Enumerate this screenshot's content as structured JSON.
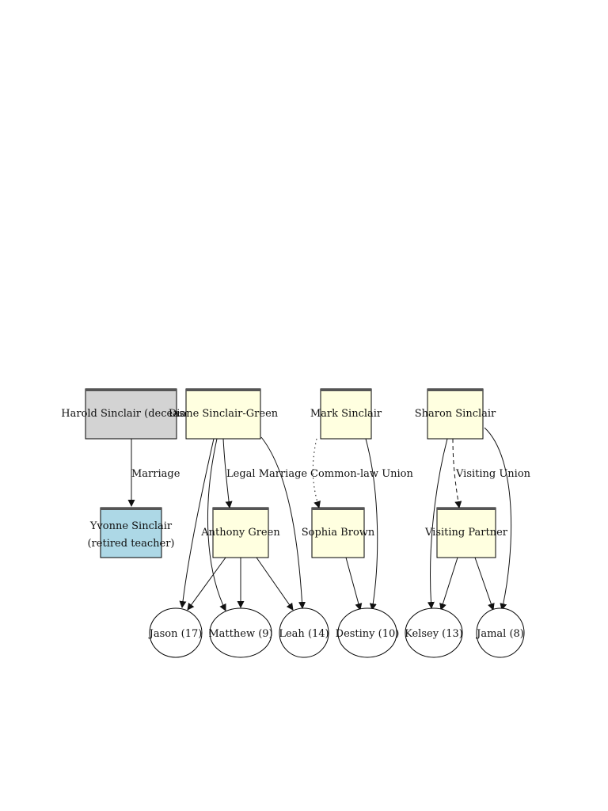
{
  "diagram": {
    "nodes": {
      "harold": {
        "label": "Harold Sinclair (deceased)",
        "fill": "#d3d3d3",
        "shape": "box"
      },
      "diane": {
        "label": "Diane Sinclair-Green",
        "fill": "#ffffe0",
        "shape": "box"
      },
      "mark": {
        "label": "Mark Sinclair",
        "fill": "#ffffe0",
        "shape": "box"
      },
      "sharon": {
        "label": "Sharon Sinclair",
        "fill": "#ffffe0",
        "shape": "box"
      },
      "yvonne": {
        "label_line1": "Yvonne Sinclair",
        "label_line2": "(retired teacher)",
        "fill": "#add8e6",
        "shape": "box"
      },
      "anthony": {
        "label": "Anthony Green",
        "fill": "#ffffe0",
        "shape": "box"
      },
      "sophia": {
        "label": "Sophia Brown",
        "fill": "#ffffe0",
        "shape": "box"
      },
      "visiting": {
        "label": "Visiting Partner",
        "fill": "#ffffe0",
        "shape": "box"
      },
      "jason": {
        "label": "Jason (17)",
        "shape": "ellipse"
      },
      "matthew": {
        "label": "Matthew (9)",
        "shape": "ellipse"
      },
      "leah": {
        "label": "Leah (14)",
        "shape": "ellipse"
      },
      "destiny": {
        "label": "Destiny (10)",
        "shape": "ellipse"
      },
      "kelsey": {
        "label": "Kelsey (13)",
        "shape": "ellipse"
      },
      "jamal": {
        "label": "Jamal (8)",
        "shape": "ellipse"
      }
    },
    "edge_labels": {
      "marriage": "Marriage",
      "legal_marriage": "Legal Marriage",
      "common_law": "Common-law Union",
      "visiting_union": "Visiting Union"
    },
    "colors": {
      "stroke": "#000000",
      "edge": "#111111"
    }
  }
}
